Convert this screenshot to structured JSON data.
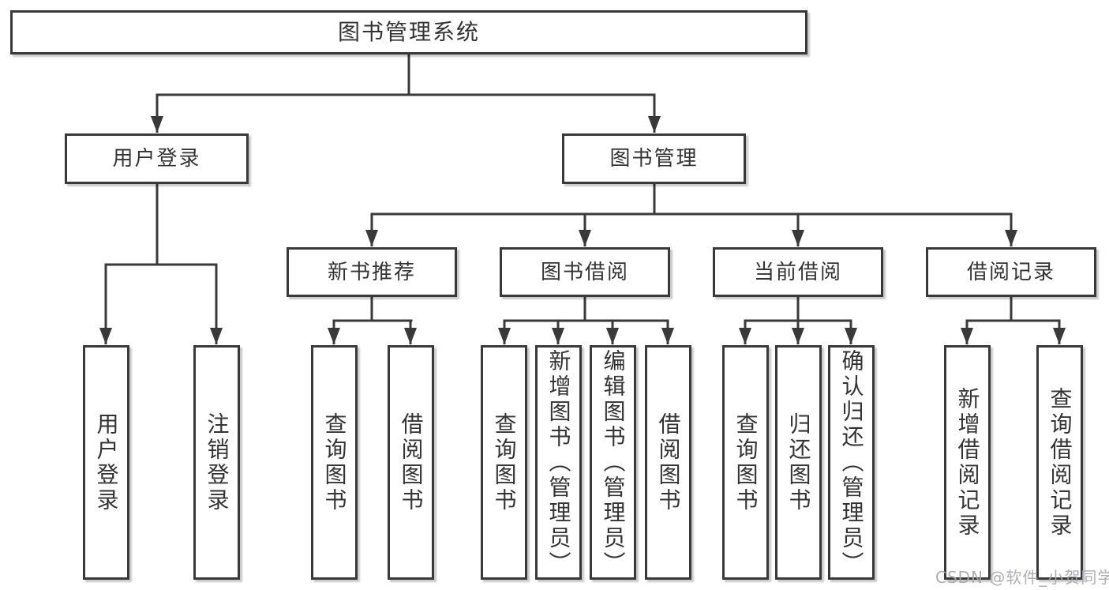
{
  "diagram": {
    "root": {
      "label": "图书管理系统"
    },
    "level2": [
      {
        "id": "user-login",
        "label": "用户登录",
        "children": [
          "用户登录",
          "注销登录"
        ]
      },
      {
        "id": "book-management",
        "label": "图书管理"
      }
    ],
    "level3": [
      {
        "id": "new-book-recommendation",
        "label": "新书推荐",
        "children": [
          "查询图书",
          "借阅图书"
        ]
      },
      {
        "id": "book-borrowing",
        "label": "图书借阅",
        "children": [
          "查询图书",
          "新增图书（管理员）",
          "编辑图书（管理员）",
          "借阅图书"
        ]
      },
      {
        "id": "current-borrowing",
        "label": "当前借阅",
        "children": [
          "查询图书",
          "归还图书",
          "确认归还（管理员）"
        ]
      },
      {
        "id": "borrowing-records",
        "label": "借阅记录",
        "children": [
          "新增借阅记录",
          "查询借阅记录"
        ]
      }
    ]
  },
  "watermark": {
    "text": "CSDN @软件_小贺同学"
  },
  "colors": {
    "line": "#393939",
    "box_border": "#393939",
    "box_background": "#ffffff",
    "text": "#333333",
    "watermark": "#a8a8b0"
  }
}
